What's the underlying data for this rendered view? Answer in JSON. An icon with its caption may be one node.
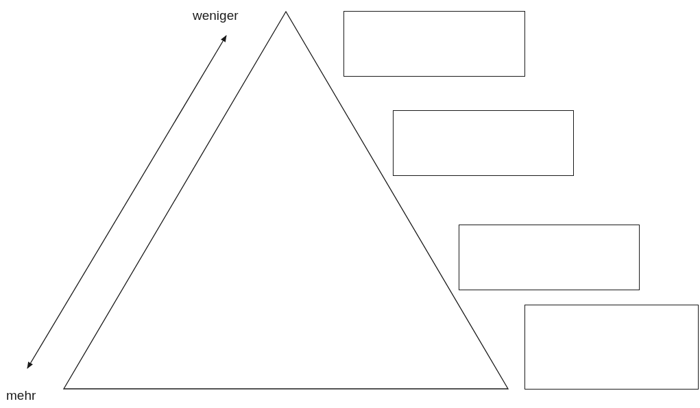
{
  "diagram": {
    "nodes": [
      {
        "text": [],
        "shape": "triangle"
      },
      {
        "text": [],
        "shape": "box"
      },
      {
        "text": [],
        "shape": "box"
      },
      {
        "text": [],
        "shape": "box"
      },
      {
        "text": [],
        "shape": "box"
      }
    ],
    "labels": [
      "weniger",
      "mehr"
    ]
  }
}
